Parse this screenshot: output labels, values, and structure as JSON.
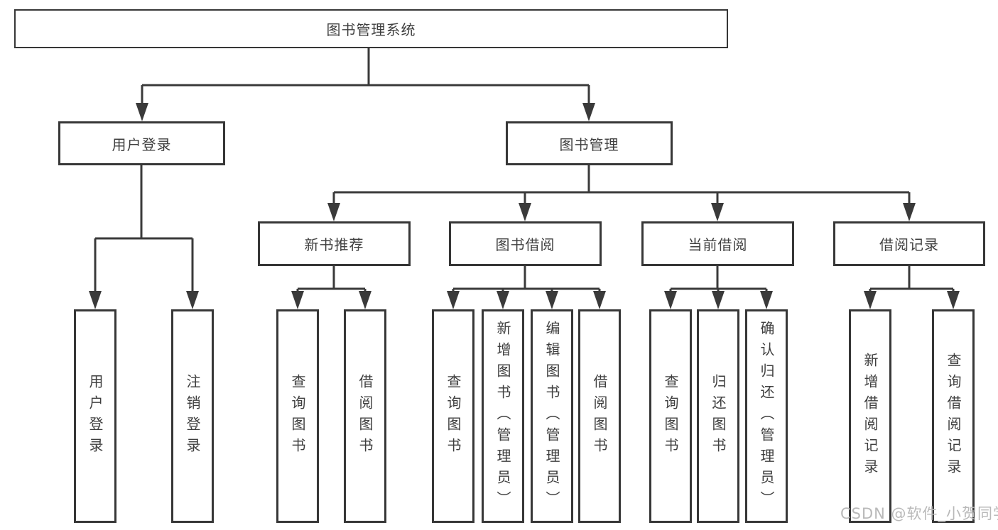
{
  "watermark": "CSDN @软件_小贺同学",
  "colors": {
    "line": "#3a3a3a",
    "box_border": "#373737",
    "text": "#3f3f3f",
    "watermark": "#b9b9b9"
  },
  "tree": {
    "label": "图书管理系统",
    "children": [
      {
        "label": "用户登录",
        "children": [
          {
            "label": "用户登录"
          },
          {
            "label": "注销登录"
          }
        ]
      },
      {
        "label": "图书管理",
        "children": [
          {
            "label": "新书推荐",
            "children": [
              {
                "label": "查询图书"
              },
              {
                "label": "借阅图书"
              }
            ]
          },
          {
            "label": "图书借阅",
            "children": [
              {
                "label": "查询图书"
              },
              {
                "label": "新增图书（管理员）"
              },
              {
                "label": "编辑图书（管理员）"
              },
              {
                "label": "借阅图书"
              }
            ]
          },
          {
            "label": "当前借阅",
            "children": [
              {
                "label": "查询图书"
              },
              {
                "label": "归还图书"
              },
              {
                "label": "确认归还（管理员）"
              }
            ]
          },
          {
            "label": "借阅记录",
            "children": [
              {
                "label": "新增借阅记录"
              },
              {
                "label": "查询借阅记录"
              }
            ]
          }
        ]
      }
    ]
  }
}
